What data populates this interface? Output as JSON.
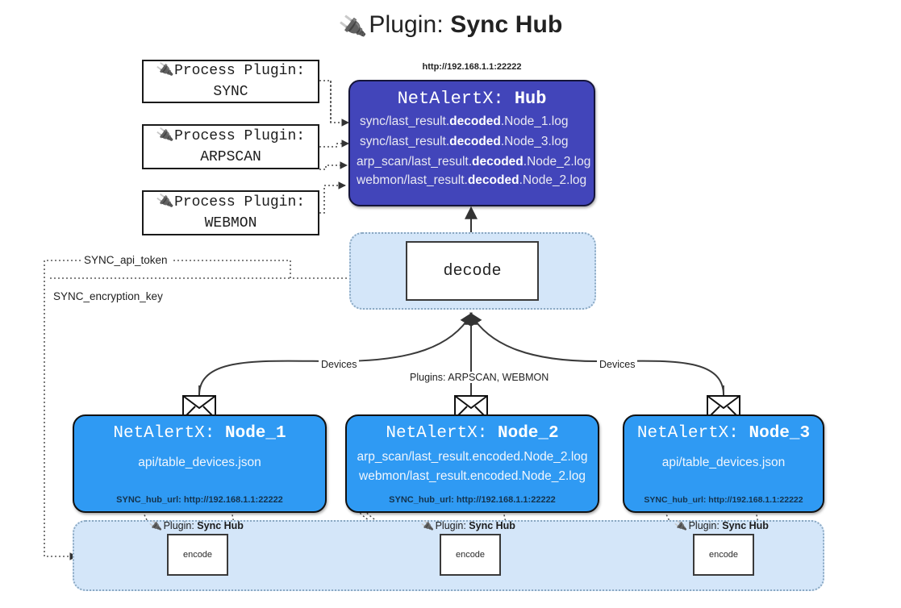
{
  "title": {
    "icon": "plug-icon",
    "prefix": "Plugin:",
    "name": "Sync Hub"
  },
  "hub": {
    "url": "http://192.168.1.1:22222",
    "title_prefix": "NetAlertX:",
    "title_name": "Hub",
    "logs": [
      {
        "pre": "sync/last_result.",
        "em": "decoded",
        "post": ".Node_1.log"
      },
      {
        "pre": "sync/last_result.",
        "em": "decoded",
        "post": ".Node_3.log"
      },
      {
        "pre": "arp_scan/last_result.",
        "em": "decoded",
        "post": ".Node_2.log"
      },
      {
        "pre": "webmon/last_result.",
        "em": "decoded",
        "post": ".Node_2.log"
      }
    ]
  },
  "process_plugins": [
    {
      "icon": "plug-icon",
      "line1": "Process Plugin:",
      "line2": "SYNC"
    },
    {
      "icon": "plug-icon",
      "line1": "Process Plugin:",
      "line2": "ARPSCAN"
    },
    {
      "icon": "plug-icon",
      "line1": "Process Plugin:",
      "line2": "WEBMON"
    }
  ],
  "decode": {
    "label": "decode"
  },
  "tokens": [
    {
      "label": "SYNC_api_token"
    },
    {
      "label": "SYNC_encryption_key"
    }
  ],
  "mid_labels": {
    "left_devices": "Devices",
    "center_plugins": "Plugins: ARPSCAN, WEBMON",
    "right_devices": "Devices"
  },
  "nodes": [
    {
      "title_prefix": "NetAlertX:",
      "title_name": "Node_1",
      "lines": [
        "api/table_devices.json"
      ],
      "footer": "SYNC_hub_url: http://192.168.1.1:22222",
      "envelope_icon": "envelope-icon"
    },
    {
      "title_prefix": "NetAlertX:",
      "title_name": "Node_2",
      "lines": [
        "arp_scan/last_result.encoded.Node_2.log",
        "webmon/last_result.encoded.Node_2.log"
      ],
      "footer": "SYNC_hub_url: http://192.168.1.1:22222",
      "envelope_icon": "envelope-icon"
    },
    {
      "title_prefix": "NetAlertX:",
      "title_name": "Node_3",
      "lines": [
        "api/table_devices.json"
      ],
      "footer": "SYNC_hub_url: http://192.168.1.1:22222",
      "envelope_icon": "envelope-icon"
    }
  ],
  "encoders": [
    {
      "plugin_prefix": "Plugin:",
      "plugin_name": "Sync Hub",
      "label": "encode",
      "icon": "plug-icon"
    },
    {
      "plugin_prefix": "Plugin:",
      "plugin_name": "Sync Hub",
      "label": "encode",
      "icon": "plug-icon"
    },
    {
      "plugin_prefix": "Plugin:",
      "plugin_name": "Sync Hub",
      "label": "encode",
      "icon": "plug-icon"
    }
  ],
  "colors": {
    "hub_fill": "#4245ba",
    "node_fill": "#2f9af3",
    "container_fill": "#d4e6f9",
    "edge_stroke": "#333333"
  }
}
